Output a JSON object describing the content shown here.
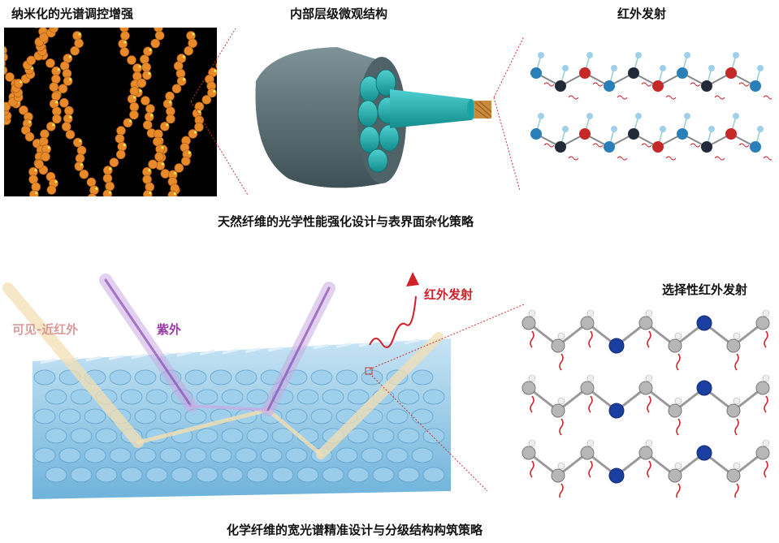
{
  "top": {
    "panel1_title": "纳米化的光谱调控增强",
    "panel2_title": "内部层级微观结构",
    "panel3_title": "红外发射",
    "caption": "天然纤维的光学性能强化设计与表界面杂化策略"
  },
  "bottom": {
    "label_visible_nir": "可见-近红外",
    "label_uv": "紫外",
    "label_ir": "红外发射",
    "panel_right_title": "选择性红外发射",
    "caption": "化学纤维的宽光谱精准设计与分级结构构筑策略"
  },
  "colors": {
    "orange_bead": "#e8892a",
    "fiber_gray": "#5f7479",
    "teal": "#1aa3a3",
    "red": "#d0202a",
    "purple": "#9a3aa8",
    "blue_atom": "#1b3fa0",
    "cloth_blue": "#8ec6e6"
  }
}
